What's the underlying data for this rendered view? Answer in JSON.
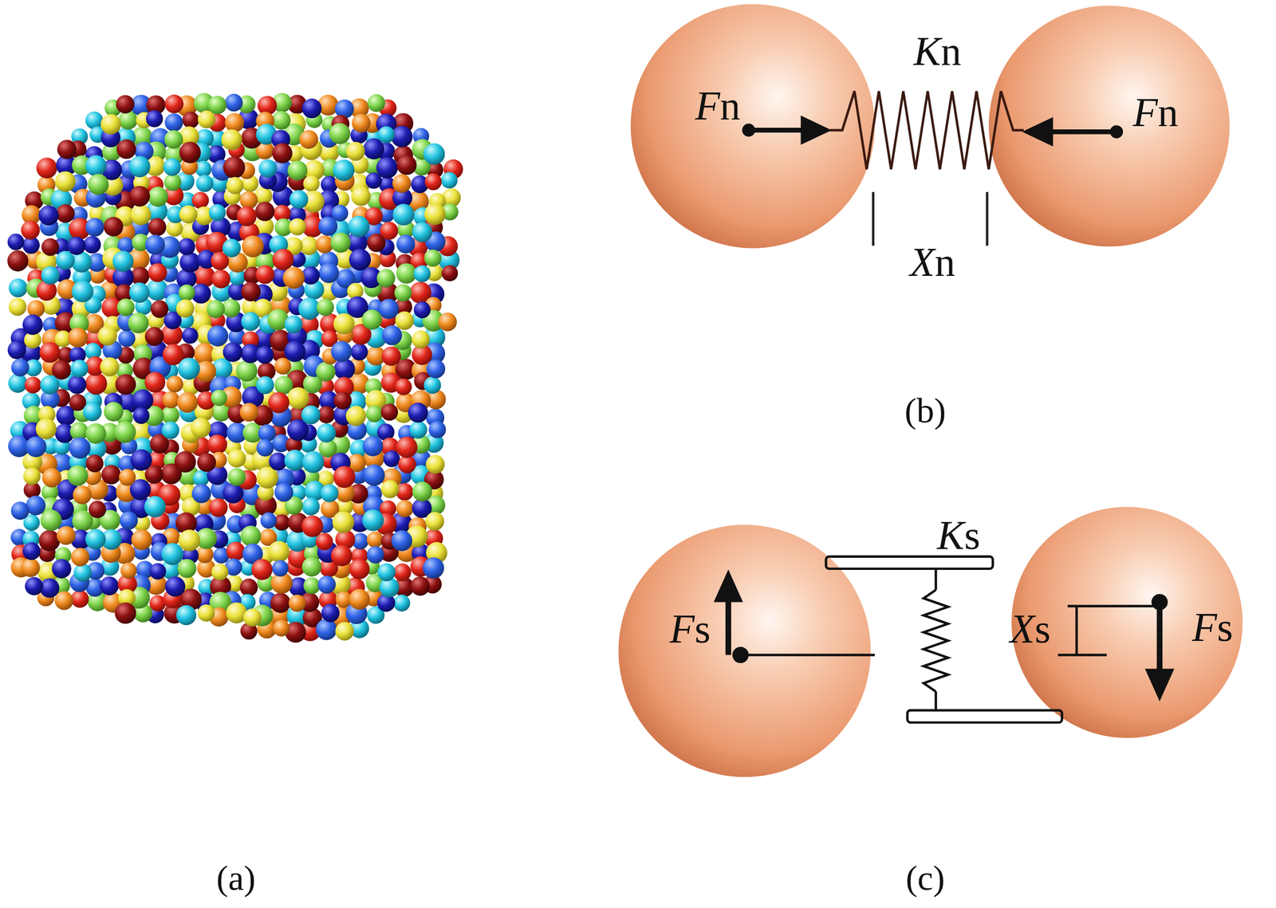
{
  "diagram": {
    "nodes": [
      {
        "text": [
          "Fn"
        ]
      },
      {
        "text": [
          "Fn"
        ]
      },
      {
        "text": [
          "Fs"
        ]
      },
      {
        "text": [
          "Xs",
          "Fs"
        ]
      }
    ],
    "labels": [
      "(a)",
      "Kn",
      "Xn",
      "(b)",
      "Ks",
      "(c)"
    ]
  }
}
